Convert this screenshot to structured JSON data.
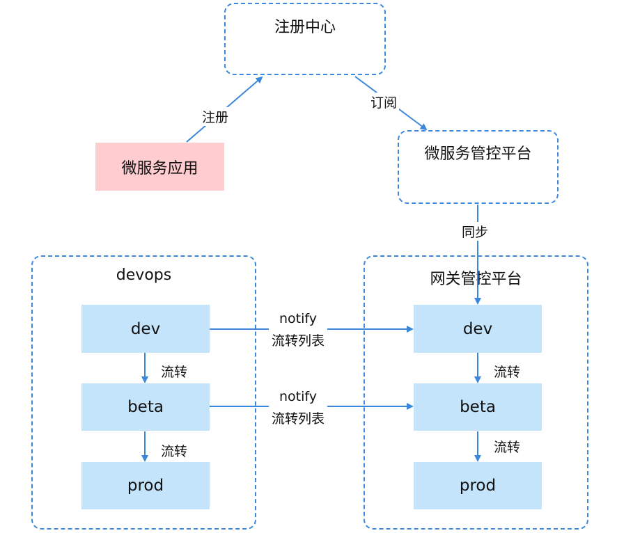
{
  "nodes": {
    "registry": "注册中心",
    "microservice_app": "微服务应用",
    "ms_governance": "微服务管控平台",
    "devops": "devops",
    "gateway_governance": "网关管控平台",
    "devops_dev": "dev",
    "devops_beta": "beta",
    "devops_prod": "prod",
    "gateway_dev": "dev",
    "gateway_beta": "beta",
    "gateway_prod": "prod"
  },
  "edges": {
    "register": "注册",
    "subscribe": "订阅",
    "sync": "同步",
    "notify_dev_line1": "notify",
    "notify_dev_line2": "流转列表",
    "notify_beta_line1": "notify",
    "notify_beta_line2": "流转列表",
    "devops_flow_1": "流转",
    "devops_flow_2": "流转",
    "gateway_flow_1": "流转",
    "gateway_flow_2": "流转"
  },
  "colors": {
    "dashed_border": "#3b87db",
    "arrow": "#3b87db",
    "app_fill": "#ffcccf",
    "env_fill": "#c3e4fb"
  }
}
